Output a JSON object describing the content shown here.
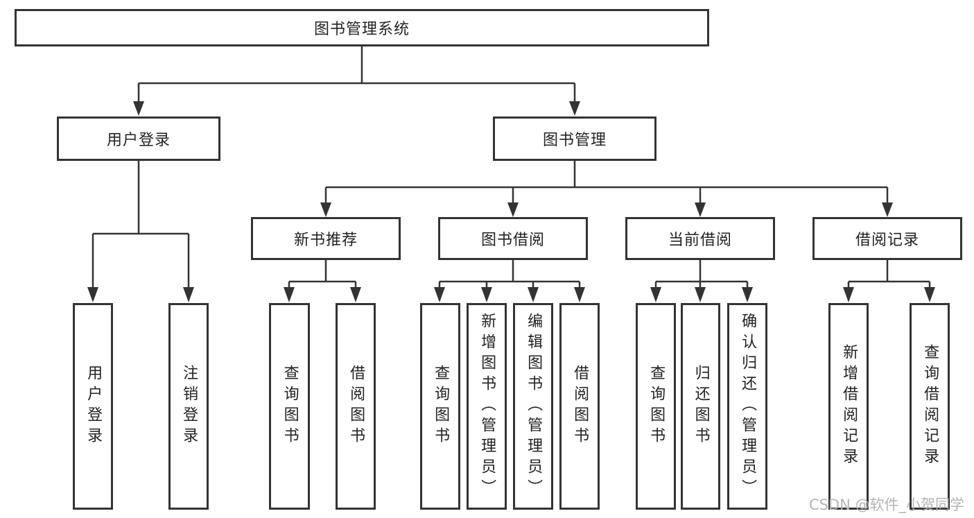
{
  "diagram": {
    "root": {
      "label": "图书管理系统"
    },
    "level2": [
      {
        "label": "用户登录",
        "children": [
          {
            "label": "用户登录"
          },
          {
            "label": "注销登录"
          }
        ]
      },
      {
        "label": "图书管理",
        "children": [
          {
            "label": "新书推荐",
            "children": [
              {
                "label": "查询图书"
              },
              {
                "label": "借阅图书"
              }
            ]
          },
          {
            "label": "图书借阅",
            "children": [
              {
                "label": "查询图书"
              },
              {
                "label": "新增图书（管理员）"
              },
              {
                "label": "编辑图书（管理员）"
              },
              {
                "label": "借阅图书"
              }
            ]
          },
          {
            "label": "当前借阅",
            "children": [
              {
                "label": "查询图书"
              },
              {
                "label": "归还图书"
              },
              {
                "label": "确认归还（管理员）"
              }
            ]
          },
          {
            "label": "借阅记录",
            "children": [
              {
                "label": "新增借阅记录"
              },
              {
                "label": "查询借阅记录"
              }
            ]
          }
        ]
      }
    ]
  },
  "watermark": {
    "text": "CSDN @软件_小贺同学"
  },
  "colors": {
    "line": "#333333",
    "box_border": "#333333",
    "text": "#222222",
    "background": "#ffffff",
    "watermark": "#b4b4b4"
  }
}
